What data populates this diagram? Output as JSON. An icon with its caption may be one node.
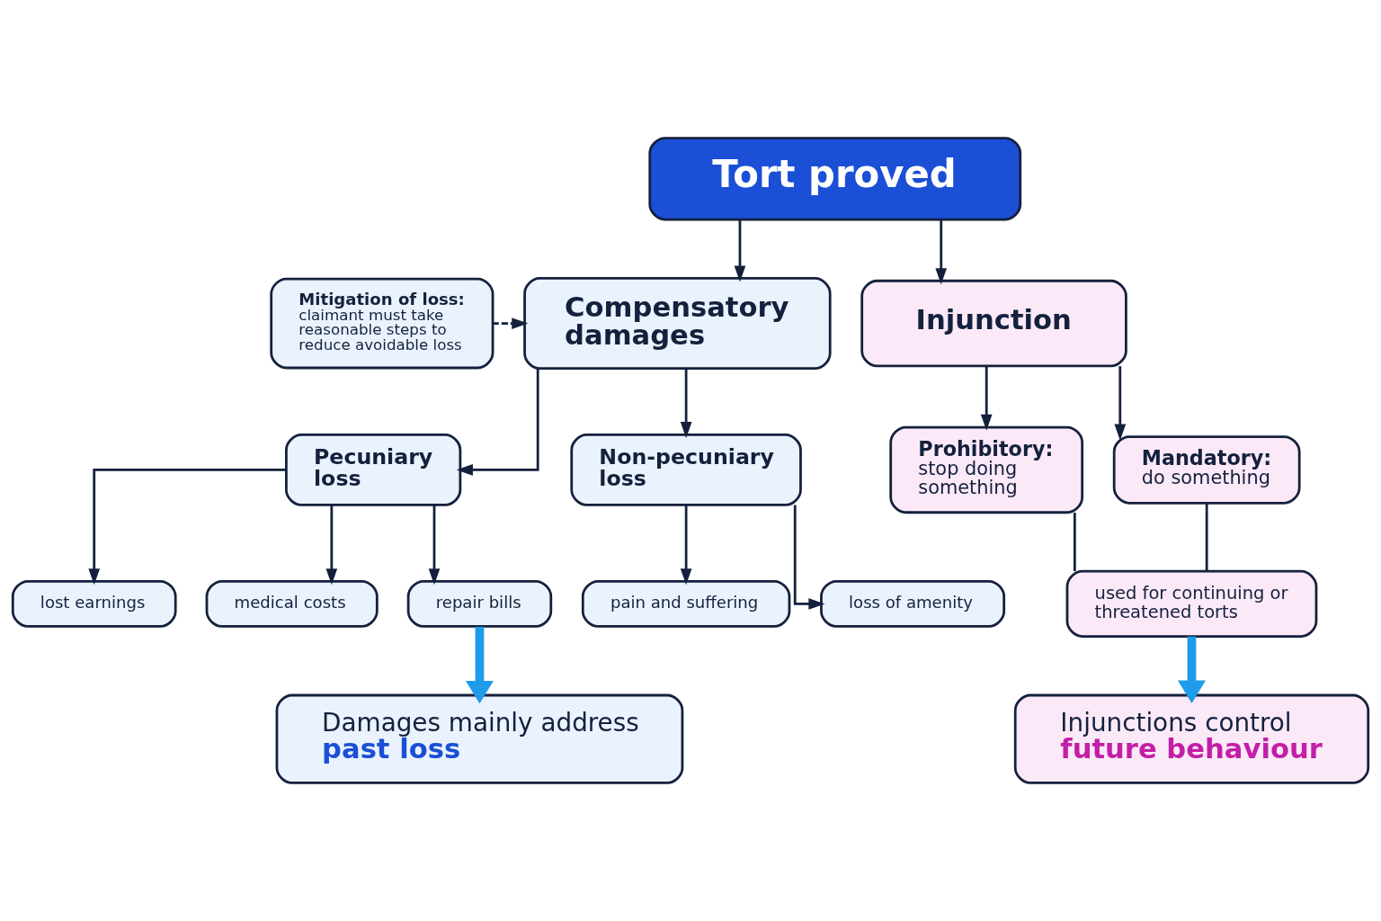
{
  "diagram": {
    "nodes": [
      {
        "text": [
          "Tort proved"
        ]
      },
      {
        "text": [
          "Compensatory damages"
        ]
      },
      {
        "text": [
          "Injunction"
        ]
      },
      {
        "text": [
          "Mitigation of loss:",
          "claimant must take reasonable steps to reduce avoidable loss"
        ]
      },
      {
        "text": [
          "Pecuniary loss"
        ]
      },
      {
        "text": [
          "Non-pecuniary loss"
        ]
      },
      {
        "text": [
          "lost earnings"
        ]
      },
      {
        "text": [
          "medical costs"
        ]
      },
      {
        "text": [
          "repair bills"
        ]
      },
      {
        "text": [
          "pain and suffering"
        ]
      },
      {
        "text": [
          "loss of amenity"
        ]
      },
      {
        "text": [
          "Prohibitory:",
          "stop doing something"
        ]
      },
      {
        "text": [
          "Mandatory:",
          "do something"
        ]
      },
      {
        "text": [
          "used for continuing or threatened torts"
        ]
      },
      {
        "text": [
          "Damages mainly address",
          "past loss"
        ]
      },
      {
        "text": [
          "Injunctions control",
          "future behaviour"
        ]
      }
    ],
    "edges": [
      {
        "from": 0,
        "to": 1,
        "arrow": "to"
      },
      {
        "from": 0,
        "to": 2,
        "arrow": "to"
      },
      {
        "from": 3,
        "to": 1,
        "arrow": "to",
        "style": "dashed"
      },
      {
        "from": 1,
        "to": 4,
        "arrow": "to"
      },
      {
        "from": 1,
        "to": 5,
        "arrow": "to"
      },
      {
        "from": 4,
        "to": 6,
        "arrow": "to"
      },
      {
        "from": 4,
        "to": 7,
        "arrow": "to"
      },
      {
        "from": 4,
        "to": 8,
        "arrow": "to"
      },
      {
        "from": 5,
        "to": 9,
        "arrow": "to"
      },
      {
        "from": 5,
        "to": 10,
        "arrow": "to"
      },
      {
        "from": 2,
        "to": 11,
        "arrow": "to"
      },
      {
        "from": 2,
        "to": 12,
        "arrow": "to"
      },
      {
        "from": 11,
        "to": 13,
        "arrow": "none"
      },
      {
        "from": 12,
        "to": 13,
        "arrow": "none"
      },
      {
        "from": 8,
        "to": 14,
        "arrow": "to",
        "style": "thick",
        "color": "#1e9be9"
      },
      {
        "from": 13,
        "to": 15,
        "arrow": "to",
        "style": "thick",
        "color": "#1e9be9"
      }
    ]
  }
}
